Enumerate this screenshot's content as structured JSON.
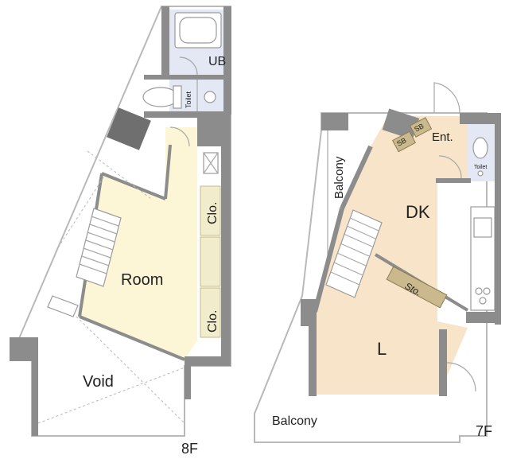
{
  "floor_8f": {
    "label": "8F",
    "rooms": {
      "unit_bath": "UB",
      "toilet": "Toilet",
      "room": "Room",
      "closet_upper": "Clo.",
      "closet_lower": "Clo.",
      "void": "Void"
    }
  },
  "floor_7f": {
    "label": "7F",
    "rooms": {
      "entrance": "Ent.",
      "shoe_box_1": "SB",
      "shoe_box_2": "SB",
      "toilet": "Toilet",
      "dining_kitchen": "DK",
      "storage": "Sto.",
      "living": "L",
      "balcony_side": "Balcony",
      "balcony_bottom": "Balcony"
    }
  },
  "colors": {
    "wall": "#8c8c8c",
    "room_8f": "#fdf6d6",
    "room_7f": "#f8e4c9",
    "wet_area": "#e3e8f4"
  }
}
